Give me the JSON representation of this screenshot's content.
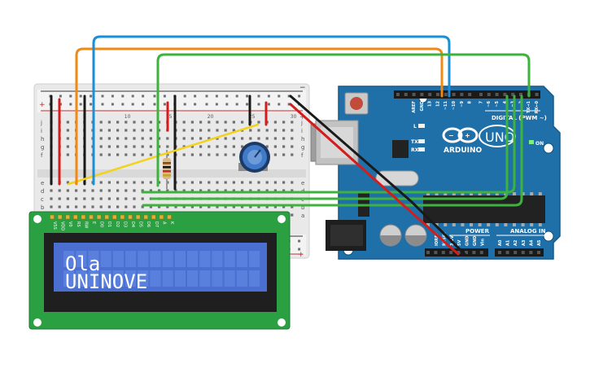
{
  "lcd": {
    "line1": "Ola",
    "line2": "UNINOVE",
    "pin_labels": [
      "VSS",
      "VDD",
      "V0",
      "RS",
      "RW",
      "E",
      "D0",
      "D1",
      "D2",
      "D3",
      "D4",
      "D5",
      "D6",
      "D7",
      "A",
      "K"
    ]
  },
  "arduino": {
    "brand": "ARDUINO",
    "model": "UNO",
    "top_header_label": "DIGITAL (PWM ~)",
    "power_label": "POWER",
    "analog_label": "ANALOG IN",
    "on_label": "ON",
    "led_labels": [
      "L",
      "TX",
      "RX"
    ],
    "digital_pins": [
      "AREF",
      "GND",
      "13",
      "12",
      "~11",
      "~10",
      "~9",
      "8",
      "7",
      "~6",
      "~5",
      "4",
      "~3",
      "2",
      "TX→1",
      "RX←0"
    ],
    "power_pins": [
      "IOREF",
      "RESET",
      "3.3V",
      "5V",
      "GND",
      "GND",
      "Vin"
    ],
    "analog_pins": [
      "A0",
      "A1",
      "A2",
      "A3",
      "A4",
      "A5"
    ]
  },
  "breadboard": {
    "row_letters_top": [
      "j",
      "i",
      "h",
      "g",
      "f"
    ],
    "row_letters_bottom": [
      "e",
      "d",
      "c",
      "b",
      "a"
    ],
    "column_numbers": [
      "1",
      "",
      "",
      "",
      "5",
      "",
      "",
      "",
      "",
      "10",
      "",
      "",
      "",
      "",
      "15",
      "",
      "",
      "",
      "",
      "20",
      "",
      "",
      "",
      "",
      "25",
      "",
      "",
      "",
      "",
      "30"
    ],
    "rail_minus": "−",
    "rail_plus": "+"
  },
  "colors": {
    "wire_orange": "#f08a12",
    "wire_blue": "#1a8ed6",
    "wire_green": "#3db33d",
    "wire_yellow": "#f2d21b",
    "wire_red": "#d41c1c",
    "wire_black": "#1a1a1a",
    "board_teal": "#1f6fa8",
    "lcd_green": "#2aa042",
    "lcd_screen": "#4a6fd0"
  }
}
